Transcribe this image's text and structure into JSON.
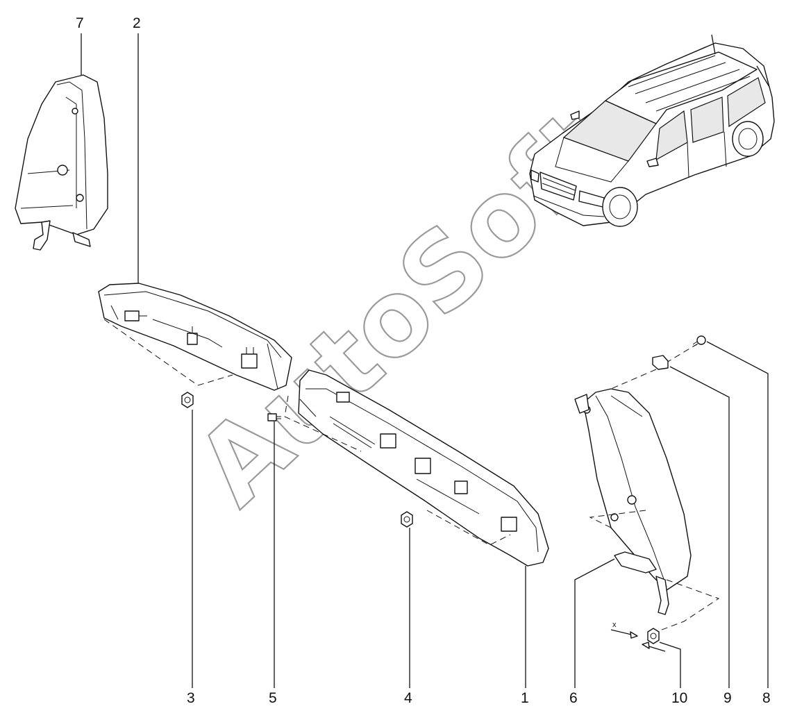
{
  "diagram": {
    "callouts": [
      {
        "id": "c7",
        "label": "7"
      },
      {
        "id": "c2",
        "label": "2"
      },
      {
        "id": "c3",
        "label": "3"
      },
      {
        "id": "c5",
        "label": "5"
      },
      {
        "id": "c4",
        "label": "4"
      },
      {
        "id": "c1",
        "label": "1"
      },
      {
        "id": "c6",
        "label": "6"
      },
      {
        "id": "c10",
        "label": "10"
      },
      {
        "id": "c9",
        "label": "9"
      },
      {
        "id": "c8",
        "label": "8"
      }
    ],
    "tightening_mark": "x",
    "watermark": "AutoSoft"
  }
}
